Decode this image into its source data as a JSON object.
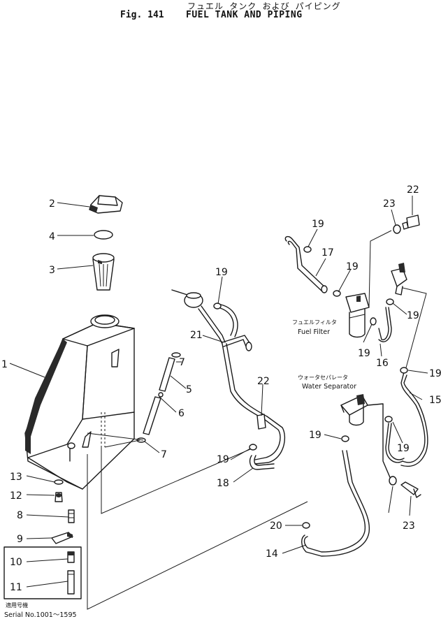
{
  "header": {
    "japanese_title": "フュエル タンク および パイピング",
    "figure_number": "Fig. 141",
    "title": "FUEL TANK AND PIPING"
  },
  "part_numbers": [
    "1",
    "2",
    "3",
    "4",
    "5",
    "6",
    "7",
    "7",
    "8",
    "9",
    "10",
    "11",
    "12",
    "13",
    "14",
    "15",
    "16",
    "17",
    "18",
    "19",
    "19",
    "19",
    "19",
    "19",
    "19",
    "19",
    "19",
    "19",
    "20",
    "21",
    "22",
    "22",
    "23",
    "23"
  ],
  "labels": {
    "fuel_filter_jp": "フュエルフィルタ",
    "fuel_filter_en": "Fuel Filter",
    "water_separator_jp": "ウォータセパレータ",
    "water_separator_en": "Water Separator",
    "serial_jp": "適用号機",
    "serial_en": "Serial No.1001～1595"
  }
}
